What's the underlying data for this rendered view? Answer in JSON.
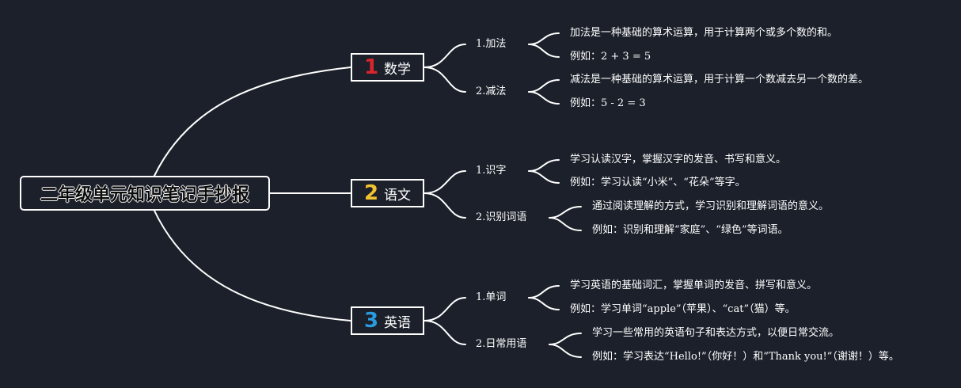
{
  "root": {
    "title": "二年级单元知识笔记手抄报"
  },
  "subjects": [
    {
      "number": "1",
      "number_color": "#d9252c",
      "label": "数学",
      "topics": [
        {
          "label": "1.加法",
          "leaves": [
            "加法是一种基础的算术运算，用于计算两个或多个数的和。",
            "例如：2 + 3 = 5"
          ]
        },
        {
          "label": "2.减法",
          "leaves": [
            "减法是一种基础的算术运算，用于计算一个数减去另一个数的差。",
            "例如：5 - 2 = 3"
          ]
        }
      ]
    },
    {
      "number": "2",
      "number_color": "#f2c230",
      "label": "语文",
      "topics": [
        {
          "label": "1.识字",
          "leaves": [
            "学习认读汉字，掌握汉字的发音、书写和意义。",
            "例如：学习认读“小米”、“花朵”等字。"
          ]
        },
        {
          "label": "2.识别词语",
          "leaves": [
            "通过阅读理解的方式，学习识别和理解词语的意义。",
            "例如：识别和理解“家庭”、“绿色”等词语。"
          ]
        }
      ]
    },
    {
      "number": "3",
      "number_color": "#2a9be0",
      "label": "英语",
      "topics": [
        {
          "label": "1.单词",
          "leaves": [
            "学习英语的基础词汇，掌握单词的发音、拼写和意义。",
            "例如：学习单词“apple”（苹果）、“cat”（猫）等。"
          ]
        },
        {
          "label": "2.日常用语",
          "leaves": [
            "学习一些常用的英语句子和表达方式，以便日常交流。",
            "例如：学习表达“Hello!”（你好！）和“Thank you!”（谢谢！）等。"
          ]
        }
      ]
    }
  ]
}
